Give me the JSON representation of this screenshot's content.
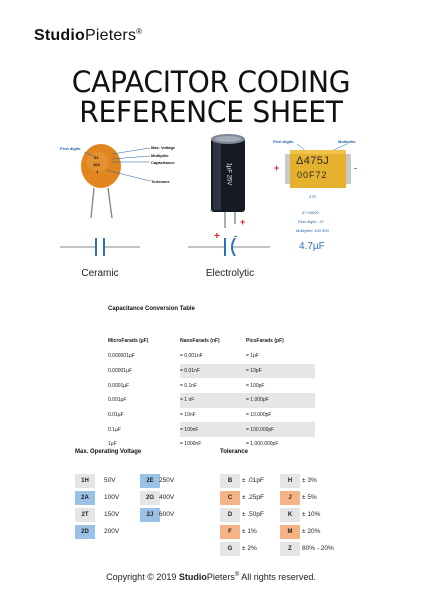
{
  "brand": {
    "bold": "Studio",
    "light": "Pieters",
    "mark": "®"
  },
  "title": {
    "line1": "CAPACITOR CODING",
    "line2": "REFERENCE SHEET"
  },
  "ceramic": {
    "label": "Ceramic",
    "body_lines": [
      "22",
      "103",
      "J"
    ],
    "ann_first_digits": "First digits",
    "ann_max_voltage": "Max. Voltage",
    "ann_multiplier": "Multiplier",
    "ann_capacitance": "Capacitance",
    "ann_tolerance": "Tolerance"
  },
  "electrolytic": {
    "label": "Electrolytic",
    "body_text": "1µF 25V",
    "plus": "+",
    "minus": "-"
  },
  "smd": {
    "top_text": "Δ475J",
    "bottom_text": "00F72",
    "ann_first_digits": "First digits",
    "ann_multiplier": "Multiplier",
    "code": "475",
    "lines": [
      "47 00000",
      "First digits : 47",
      "Multiplier: 100 000"
    ],
    "value": "4.7µF",
    "plus": "+",
    "minus": "-"
  },
  "conversion": {
    "title": "Capacitance Conversion Table",
    "headers": [
      "MicroFarads (µF)",
      "NanoFarads (nF)",
      "PicoFarads (pF)"
    ],
    "rows": [
      [
        "0.000001µF",
        "= 0.001nF",
        "= 1pF"
      ],
      [
        "0.00001µF",
        "= 0.01nF",
        "= 10pF"
      ],
      [
        "0.0001µF",
        "= 0.1nF",
        "= 100pF"
      ],
      [
        "0.001µF",
        "= 1 nF",
        "= 1.000pF"
      ],
      [
        "0.01µF",
        "= 10nF",
        "= 10.000pF"
      ],
      [
        "0.1µF",
        "= 100nF",
        "= 100.000pF"
      ],
      [
        "1µF",
        "= 1000nF",
        "= 1.000.000pF"
      ]
    ]
  },
  "voltage": {
    "title": "Max. Operating Voltage",
    "col1": [
      {
        "code": "1H",
        "value": "50V",
        "color": "gray"
      },
      {
        "code": "2A",
        "value": "100V",
        "color": "blue"
      },
      {
        "code": "2T",
        "value": "150V",
        "color": "gray"
      },
      {
        "code": "2D",
        "value": "200V",
        "color": "blue"
      }
    ],
    "col2": [
      {
        "code": "2E",
        "value": "250V",
        "color": "blue"
      },
      {
        "code": "2G",
        "value": "400V",
        "color": "gray"
      },
      {
        "code": "2J",
        "value": "600V",
        "color": "blue"
      }
    ]
  },
  "tolerance": {
    "title": "Tolerance",
    "col1": [
      {
        "code": "B",
        "value": "± .01pF",
        "color": "gray"
      },
      {
        "code": "C",
        "value": "± .25pF",
        "color": "orange"
      },
      {
        "code": "D",
        "value": "± .50pF",
        "color": "gray"
      },
      {
        "code": "F",
        "value": "± 1%",
        "color": "orange"
      },
      {
        "code": "G",
        "value": "± 2%",
        "color": "gray"
      }
    ],
    "col2": [
      {
        "code": "H",
        "value": "± 3%",
        "color": "gray"
      },
      {
        "code": "J",
        "value": "± 5%",
        "color": "orange"
      },
      {
        "code": "K",
        "value": "± 10%",
        "color": "gray"
      },
      {
        "code": "M",
        "value": "± 20%",
        "color": "orange"
      },
      {
        "code": "Z",
        "value": "80% - 20%",
        "color": "gray"
      }
    ]
  },
  "footer": {
    "pre": "Copyright © 2019 ",
    "brand_bold": "Studio",
    "brand_light": "Pieters",
    "mark": "®",
    "post": " All rights reserved."
  }
}
